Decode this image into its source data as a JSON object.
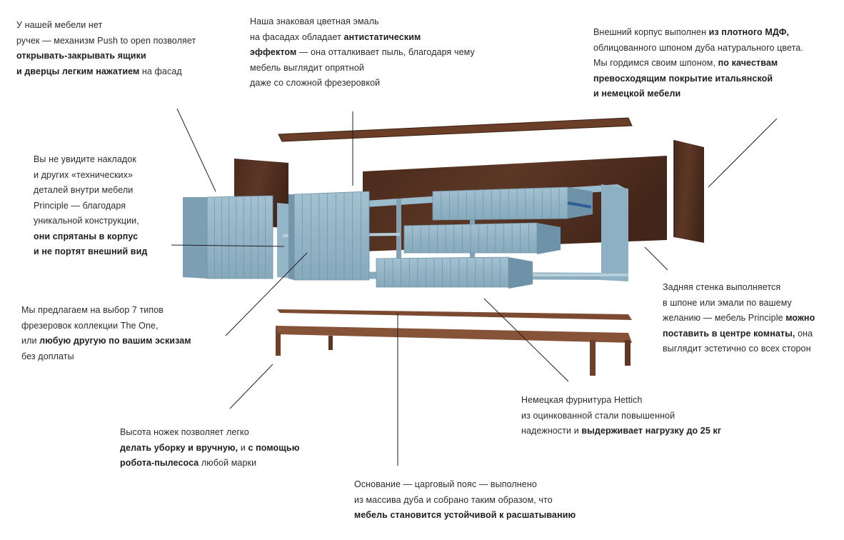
{
  "notes": {
    "handles": {
      "lines": [
        [
          {
            "t": "У нашей мебели нет",
            "b": false
          }
        ],
        [
          {
            "t": "ручек — механизм Push to open позволяет",
            "b": false
          }
        ],
        [
          {
            "t": "открывать-закрывать ящики",
            "b": true
          }
        ],
        [
          {
            "t": "и дверцы легким нажатием",
            "b": true
          },
          {
            "t": " на фасад",
            "b": false
          }
        ]
      ]
    },
    "enamel": {
      "lines": [
        [
          {
            "t": "Наша знаковая цветная эмаль",
            "b": false
          }
        ],
        [
          {
            "t": "на фасадах обладает ",
            "b": false
          },
          {
            "t": "антистатическим",
            "b": true
          }
        ],
        [
          {
            "t": "эффектом",
            "b": true
          },
          {
            "t": " — она отталкивает пыль, благодаря чему",
            "b": false
          }
        ],
        [
          {
            "t": "мебель выглядит опрятной",
            "b": false
          }
        ],
        [
          {
            "t": "даже со сложной фрезеровкой",
            "b": false
          }
        ]
      ]
    },
    "body": {
      "lines": [
        [
          {
            "t": "Внешний корпус выполнен ",
            "b": false
          },
          {
            "t": "из плотного МДФ,",
            "b": true
          }
        ],
        [
          {
            "t": "облицованного шпоном дуба натурального цвета.",
            "b": false
          }
        ],
        [
          {
            "t": "Мы гордимся своим шпоном, ",
            "b": false
          },
          {
            "t": "по качествам",
            "b": true
          }
        ],
        [
          {
            "t": "превосходящим покрытие итальянской",
            "b": true
          }
        ],
        [
          {
            "t": "и немецкой мебели",
            "b": true
          }
        ]
      ]
    },
    "hidden": {
      "lines": [
        [
          {
            "t": "Вы не увидите накладок",
            "b": false
          }
        ],
        [
          {
            "t": "и других «технических»",
            "b": false
          }
        ],
        [
          {
            "t": "деталей внутри мебели",
            "b": false
          }
        ],
        [
          {
            "t": "Principle — благодаря",
            "b": false
          }
        ],
        [
          {
            "t": "уникальной конструкции,",
            "b": false
          }
        ],
        [
          {
            "t": "они спрятаны в корпус",
            "b": true
          }
        ],
        [
          {
            "t": "и не портят внешний вид",
            "b": true
          }
        ]
      ]
    },
    "back": {
      "lines": [
        [
          {
            "t": "Задняя стенка выполняется",
            "b": false
          }
        ],
        [
          {
            "t": "в шпоне или эмали по вашему",
            "b": false
          }
        ],
        [
          {
            "t": "желанию — мебель Principle ",
            "b": false
          },
          {
            "t": "можно",
            "b": true
          }
        ],
        [
          {
            "t": "поставить в центре комнаты,",
            "b": true
          },
          {
            "t": " она",
            "b": false
          }
        ],
        [
          {
            "t": "выглядит эстетично со всех сторон",
            "b": false
          }
        ]
      ]
    },
    "milling": {
      "lines": [
        [
          {
            "t": "Мы предлагаем на выбор 7 типов",
            "b": false
          }
        ],
        [
          {
            "t": "фрезеровок коллекции The One,",
            "b": false
          }
        ],
        [
          {
            "t": "или ",
            "b": false
          },
          {
            "t": "любую другую по вашим эскизам",
            "b": true
          }
        ],
        [
          {
            "t": "без доплаты",
            "b": false
          }
        ]
      ]
    },
    "hettich": {
      "lines": [
        [
          {
            "t": "Немецкая фурнитура Hettich",
            "b": false
          }
        ],
        [
          {
            "t": "из оцинкованной стали повышенной",
            "b": false
          }
        ],
        [
          {
            "t": "надежности и ",
            "b": false
          },
          {
            "t": "выдерживает нагрузку до 25 кг",
            "b": true
          }
        ]
      ]
    },
    "legs": {
      "lines": [
        [
          {
            "t": "Высота ножек позволяет легко",
            "b": false
          }
        ],
        [
          {
            "t": "делать уборку и вручную,",
            "b": true
          },
          {
            "t": " и ",
            "b": false
          },
          {
            "t": "с помощью",
            "b": true
          }
        ],
        [
          {
            "t": "робота-пылесоса",
            "b": true
          },
          {
            "t": " любой марки",
            "b": false
          }
        ]
      ]
    },
    "base": {
      "lines": [
        [
          {
            "t": "Основание — царговый пояс — выполнено",
            "b": false
          }
        ],
        [
          {
            "t": "из массива дуба и собрано таким образом, что",
            "b": false
          }
        ],
        [
          {
            "t": "мебель становится устойчивой к расшатыванию",
            "b": true
          }
        ]
      ]
    }
  },
  "colors": {
    "enamel": "#8fb1c4",
    "enamel_light": "#a9c5d4",
    "enamel_dark": "#6e93a8",
    "veneer": "#5a3524",
    "veneer_dark": "#3f2418",
    "walnut": "#7a4a33",
    "leader": "#1f1f1f",
    "rail": "#2f5f9a"
  }
}
